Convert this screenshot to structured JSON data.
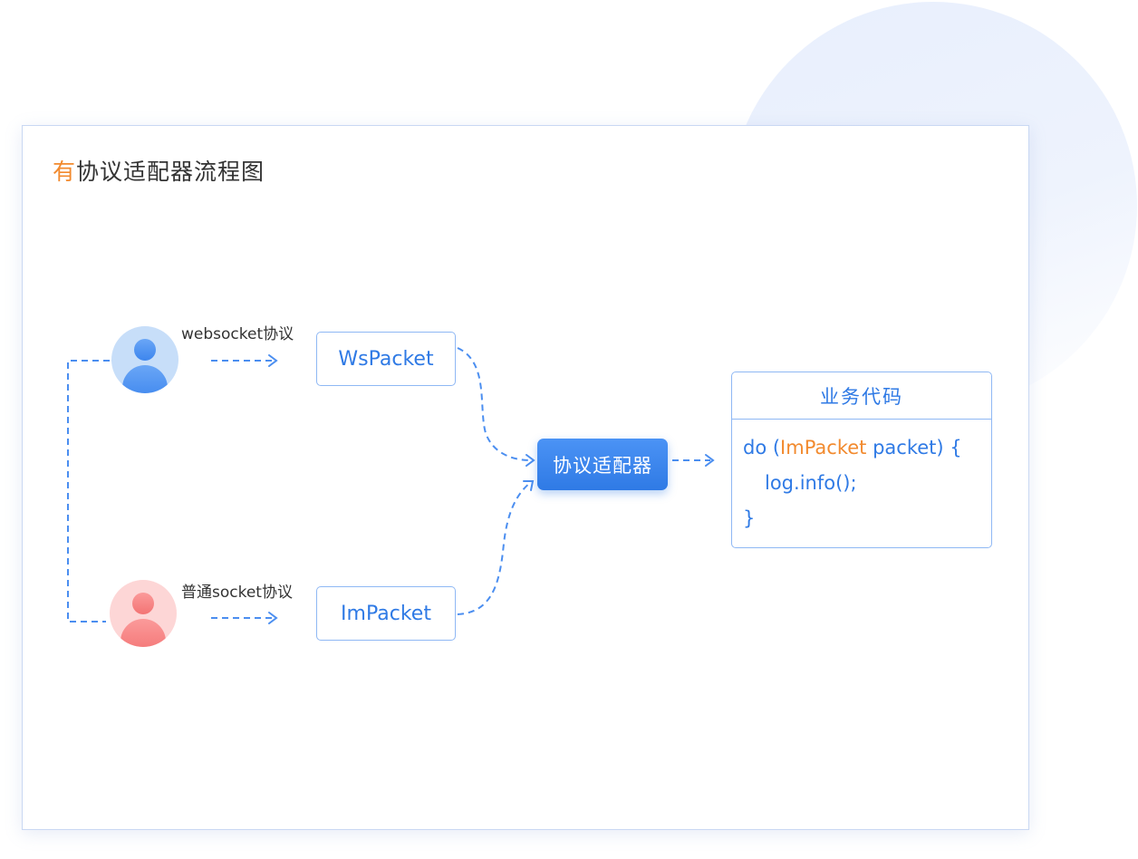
{
  "diagram": {
    "title_accent": "有",
    "title_rest": "协议适配器流程图",
    "clients": [
      {
        "protocol_label": "websocket协议",
        "packet_label": "WsPacket",
        "color": "#3d86ee"
      },
      {
        "protocol_label": "普通socket协议",
        "packet_label": "ImPacket",
        "color": "#f37474"
      }
    ],
    "adapter_label": "协议适配器",
    "business": {
      "header": "业务代码",
      "code_prefix": "do (",
      "code_highlight": "ImPacket",
      "code_suffix": " packet)  {",
      "code_body": "log.info();",
      "code_close": "}"
    }
  },
  "colors": {
    "accent_orange": "#f28a2e",
    "primary_blue": "#2f7ae5",
    "line_blue": "#4b8ef0",
    "border_blue": "#8fb8f4"
  }
}
